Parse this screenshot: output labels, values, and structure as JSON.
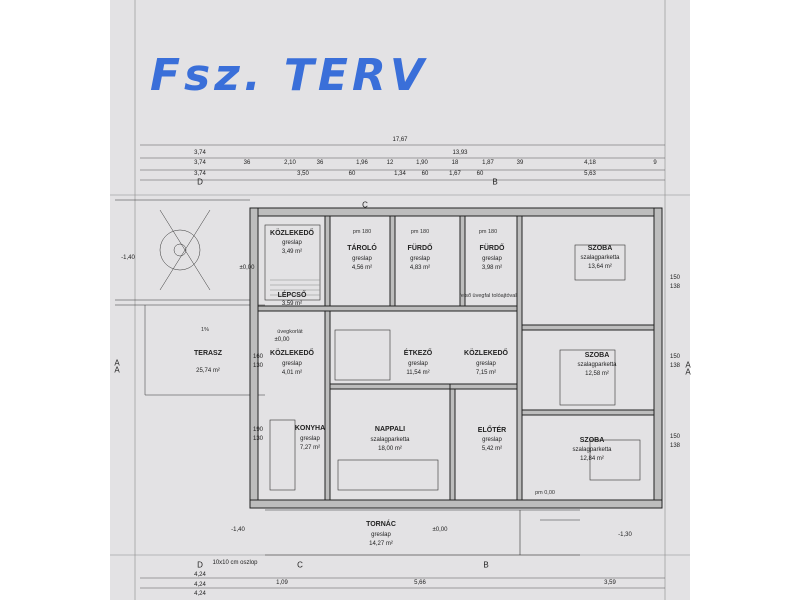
{
  "title": "Fsz. TERV",
  "dimensions": {
    "top_total": "17,67",
    "top_right": "13,93",
    "top_row1": [
      "3,74",
      "3,74",
      "36",
      "2,10",
      "36",
      "1,96",
      "12",
      "1,90",
      "18",
      "1,87",
      "39",
      "4,18",
      "9"
    ],
    "top_row2": [
      "3,74",
      "3,50",
      "60",
      "1,34",
      "60",
      "1,67",
      "60",
      "5,63"
    ],
    "right_side": [
      "150",
      "138",
      "150",
      "138",
      "150",
      "138"
    ],
    "left_side": [
      "160",
      "130",
      "190",
      "130",
      "10x10 cm oszlop"
    ],
    "bottom_row": [
      "4,24",
      "4,24",
      "4,24",
      "1,09",
      "5,66",
      "3,59"
    ],
    "levels": [
      "-1,40",
      "-1,40",
      "-1,30",
      "±0,00",
      "±0,00",
      "±0,00"
    ],
    "markers": [
      "A",
      "A",
      "B",
      "B",
      "C",
      "C",
      "D",
      "D",
      "A",
      "A"
    ]
  },
  "rooms": [
    {
      "name": "KÖZLEKEDŐ",
      "material": "greslap",
      "area": "3,49 m²"
    },
    {
      "name": "TÁROLÓ",
      "material": "greslap",
      "area": "4,56 m²"
    },
    {
      "name": "FÜRDŐ",
      "material": "greslap",
      "area": "4,83 m²"
    },
    {
      "name": "FÜRDŐ",
      "material": "greslap",
      "area": "3,98 m²"
    },
    {
      "name": "SZOBA",
      "material": "szalagparketta",
      "area": "13,64 m²"
    },
    {
      "name": "LÉPCSŐ",
      "material": "",
      "area": "3,59 m²"
    },
    {
      "name": "TERASZ",
      "material": "",
      "area": "25,74 m²"
    },
    {
      "name": "KÖZLEKEDŐ",
      "material": "greslap",
      "area": "4,01 m²"
    },
    {
      "name": "ÉTKEZŐ",
      "material": "greslap",
      "area": "11,54 m²"
    },
    {
      "name": "KÖZLEKEDŐ",
      "material": "greslap",
      "area": "7,15 m²"
    },
    {
      "name": "SZOBA",
      "material": "szalagparketta",
      "area": "12,58 m²"
    },
    {
      "name": "KONYHA",
      "material": "greslap",
      "area": "7,27 m²"
    },
    {
      "name": "NAPPALI",
      "material": "szalagparketta",
      "area": "18,00 m²"
    },
    {
      "name": "ELŐTÉR",
      "material": "greslap",
      "area": "5,42 m²"
    },
    {
      "name": "SZOBA",
      "material": "szalagparketta",
      "area": "12,84 m²"
    },
    {
      "name": "TORNÁC",
      "material": "greslap",
      "area": "14,27 m²"
    }
  ],
  "notes": [
    "üvegkorlát",
    "felső üvegfal tolóajtóval",
    "pm 180",
    "pm 180",
    "pm 180",
    "pm 0,00",
    "1%"
  ]
}
